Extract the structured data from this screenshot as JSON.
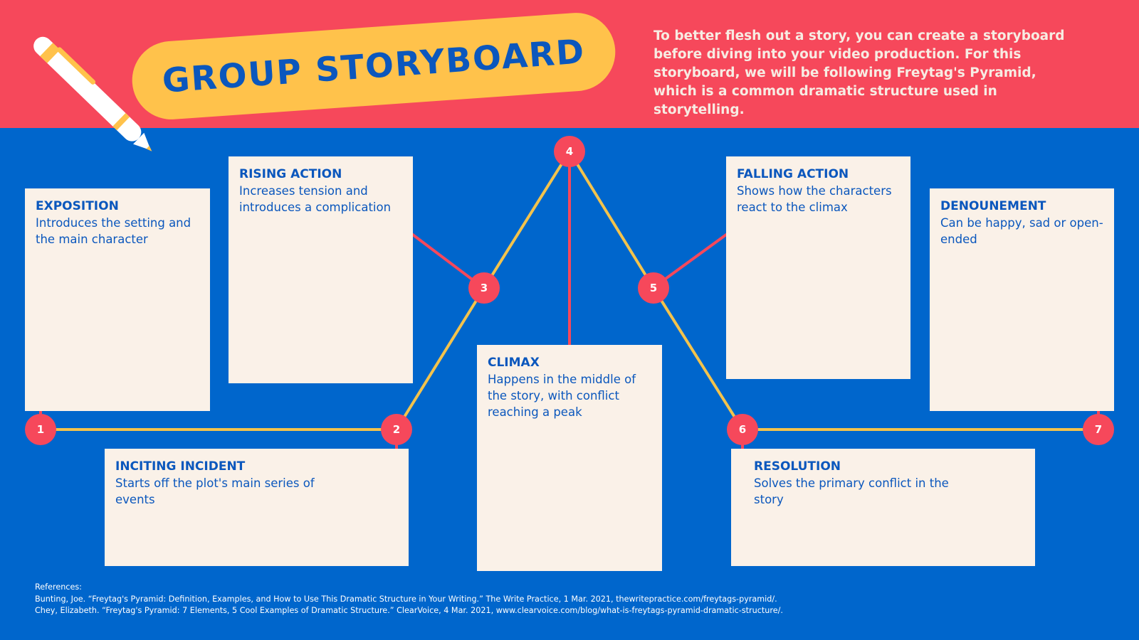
{
  "header": {
    "title": "GROUP STORYBOARD",
    "intro": "To better flesh out a story, you can create a storyboard before diving into your video production. For this storyboard, we will be following Freytag's Pyramid, which is a common dramatic structure used in storytelling."
  },
  "colors": {
    "background": "#0066cc",
    "header": "#f6485b",
    "title_pill": "#ffc24b",
    "title_text": "#0b57bd",
    "card": "#faf1e8",
    "line": "#f3c34c",
    "node": "#f6485b"
  },
  "stages": [
    {
      "number": "1",
      "title": "EXPOSITION",
      "description": "Introduces the setting and the main character"
    },
    {
      "number": "2",
      "title": "INCITING INCIDENT",
      "description": "Starts off the plot's main series of events"
    },
    {
      "number": "3",
      "title": "RISING ACTION",
      "description": "Increases tension and introduces a complication"
    },
    {
      "number": "4",
      "title": "CLIMAX",
      "description": "Happens in the middle of the story, with conflict reaching a peak"
    },
    {
      "number": "5",
      "title": "FALLING ACTION",
      "description": "Shows how the characters react to the climax"
    },
    {
      "number": "6",
      "title": "RESOLUTION",
      "description": "Solves the primary conflict in the story"
    },
    {
      "number": "7",
      "title": "DENOUNEMENT",
      "description": "Can be happy, sad or open-ended"
    }
  ],
  "references": {
    "label": "References:",
    "items": [
      "Bunting, Joe. “Freytag's Pyramid: Definition, Examples, and How to Use This Dramatic Structure in Your Writing.” The Write Practice, 1 Mar. 2021, thewritepractice.com/freytags-pyramid/.",
      "Chey, Elizabeth. “Freytag's Pyramid: 7 Elements, 5 Cool Examples of Dramatic Structure.” ClearVoice, 4 Mar. 2021, www.clearvoice.com/blog/what-is-freytags-pyramid-dramatic-structure/."
    ]
  }
}
